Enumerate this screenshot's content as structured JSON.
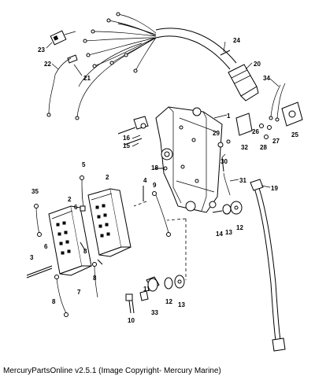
{
  "caption": "MercuryPartsOnline v2.5.1 (Image Copyright- Mercury Marine)",
  "callouts": [
    "1",
    "2",
    "2",
    "3",
    "4",
    "5",
    "6",
    "6",
    "7",
    "8",
    "8",
    "8",
    "9",
    "10",
    "11",
    "12",
    "12",
    "13",
    "13",
    "14",
    "15",
    "16",
    "18",
    "19",
    "20",
    "21",
    "22",
    "23",
    "24",
    "25",
    "26",
    "27",
    "28",
    "29",
    "30",
    "31",
    "32",
    "33",
    "34",
    "35"
  ]
}
